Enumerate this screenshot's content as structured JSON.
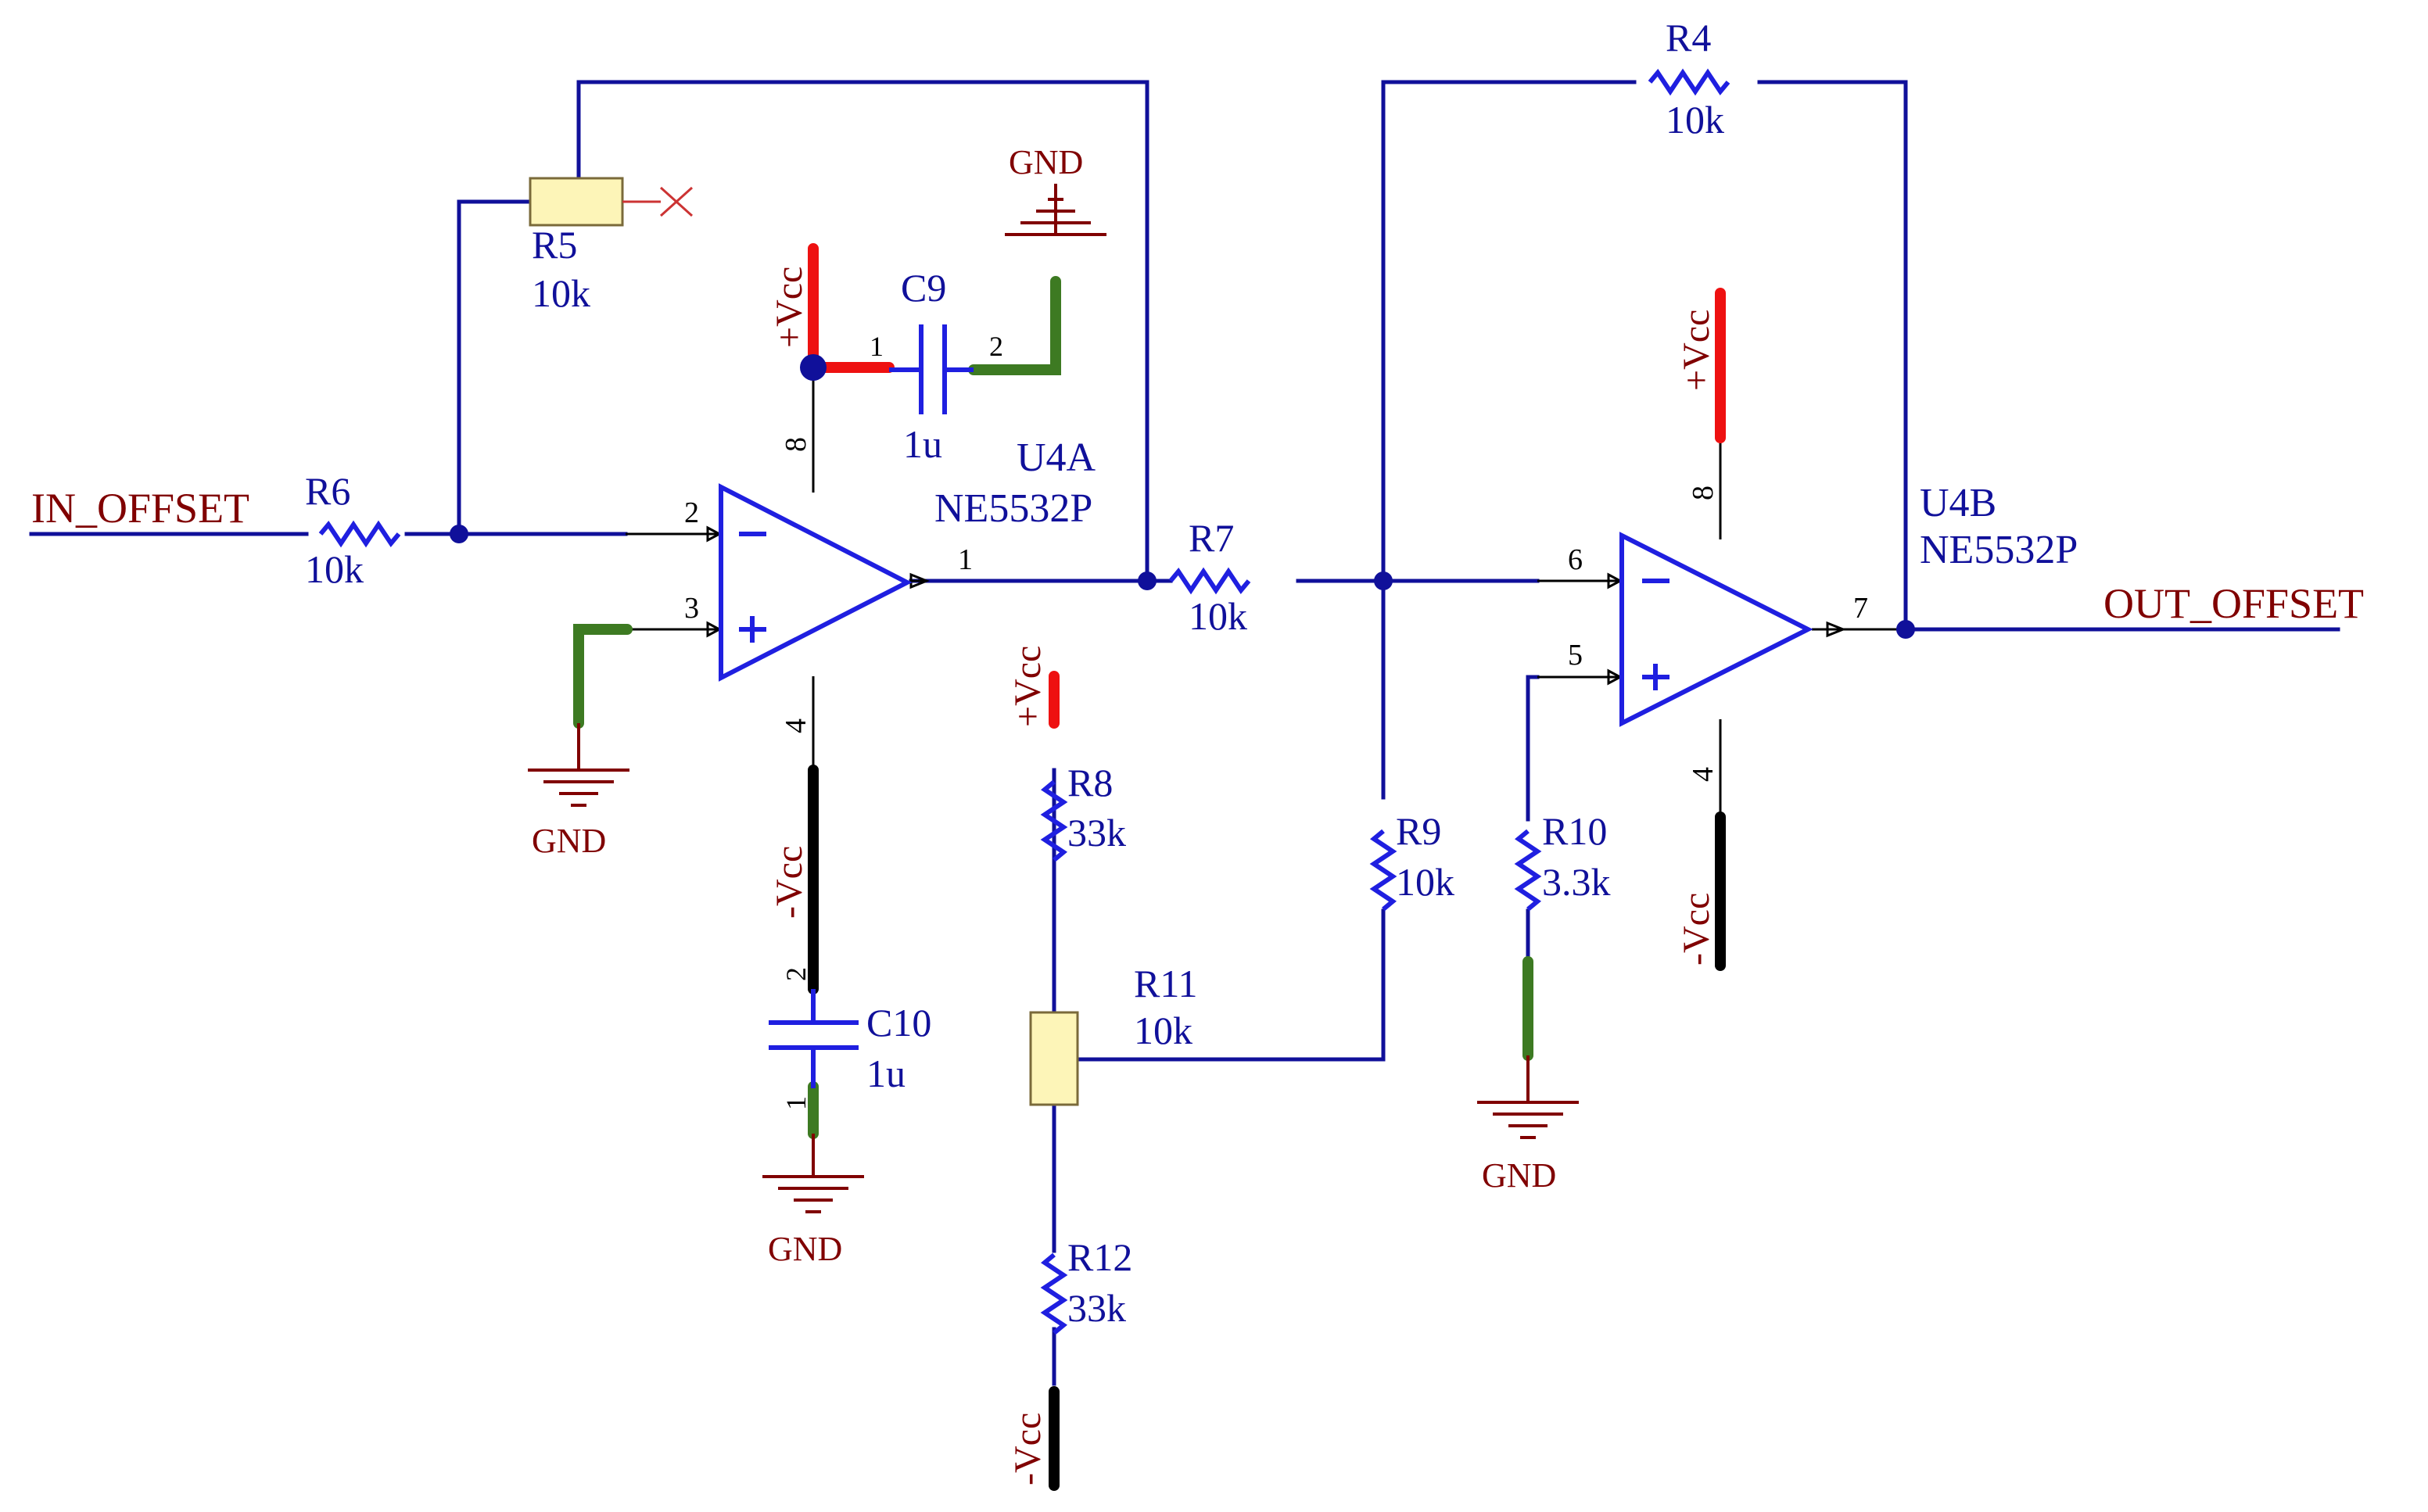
{
  "ports": {
    "input": "IN_OFFSET",
    "output": "OUT_OFFSET"
  },
  "opamps": {
    "u4a": {
      "ref": "U4A",
      "part": "NE5532P",
      "pin_inv": "2",
      "pin_noninv": "3",
      "pin_out": "1",
      "pin_vplus": "8",
      "pin_vminus": "4"
    },
    "u4b": {
      "ref": "U4B",
      "part": "NE5532P",
      "pin_inv": "6",
      "pin_noninv": "5",
      "pin_out": "7",
      "pin_vplus": "8",
      "pin_vminus": "4"
    }
  },
  "resistors": {
    "r4": {
      "ref": "R4",
      "value": "10k"
    },
    "r5": {
      "ref": "R5",
      "value": "10k"
    },
    "r6": {
      "ref": "R6",
      "value": "10k"
    },
    "r7": {
      "ref": "R7",
      "value": "10k"
    },
    "r8": {
      "ref": "R8",
      "value": "33k"
    },
    "r9": {
      "ref": "R9",
      "value": "10k"
    },
    "r10": {
      "ref": "R10",
      "value": "3.3k"
    },
    "r11": {
      "ref": "R11",
      "value": "10k"
    },
    "r12": {
      "ref": "R12",
      "value": "33k"
    }
  },
  "capacitors": {
    "c9": {
      "ref": "C9",
      "value": "1u",
      "pin1": "1",
      "pin2": "2"
    },
    "c10": {
      "ref": "C10",
      "value": "1u",
      "pin1": "1",
      "pin2": "2"
    }
  },
  "power": {
    "vcc_pos": "+Vcc",
    "vcc_neg": "-Vcc",
    "gnd": "GND"
  },
  "colors": {
    "wire": "#10109a",
    "symbol_body": "#1f1fe0",
    "label_red": "#800000",
    "positive_rail": "#ee1111",
    "ground_net": "#3d7a22",
    "negative_rail": "#000000",
    "pot_fill": "#fdf5b8"
  }
}
